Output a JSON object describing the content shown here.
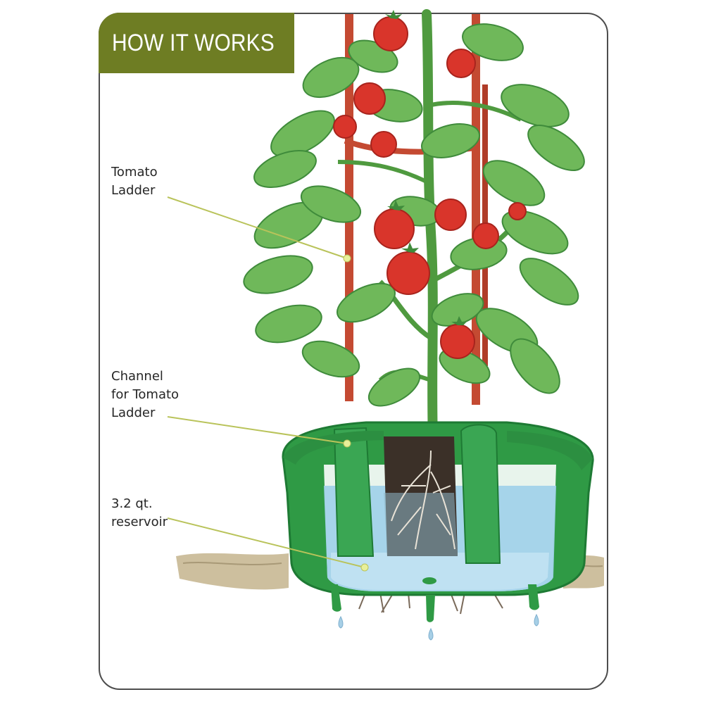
{
  "banner": {
    "title": "HOW IT WORKS"
  },
  "labels": {
    "ladder": {
      "line1": "Tomato",
      "line2": "Ladder"
    },
    "channel": {
      "line1": "Channel",
      "line2": "for Tomato",
      "line3": "Ladder"
    },
    "reservoir": {
      "line1": "3.2 qt.",
      "line2": "reservoir"
    }
  },
  "colors": {
    "banner": "#6e7d23",
    "pot_green": "#2f9a45",
    "pot_dark": "#1e7a34",
    "water": "#9fd0ea",
    "leaf": "#6fb85a",
    "leaf_dark": "#3f8b3b",
    "tomato": "#d9352b",
    "ladder_rod": "#c44a32",
    "soil": "#3b3028",
    "ground": "#cdbf9e",
    "leader_line": "#b9c35a"
  }
}
